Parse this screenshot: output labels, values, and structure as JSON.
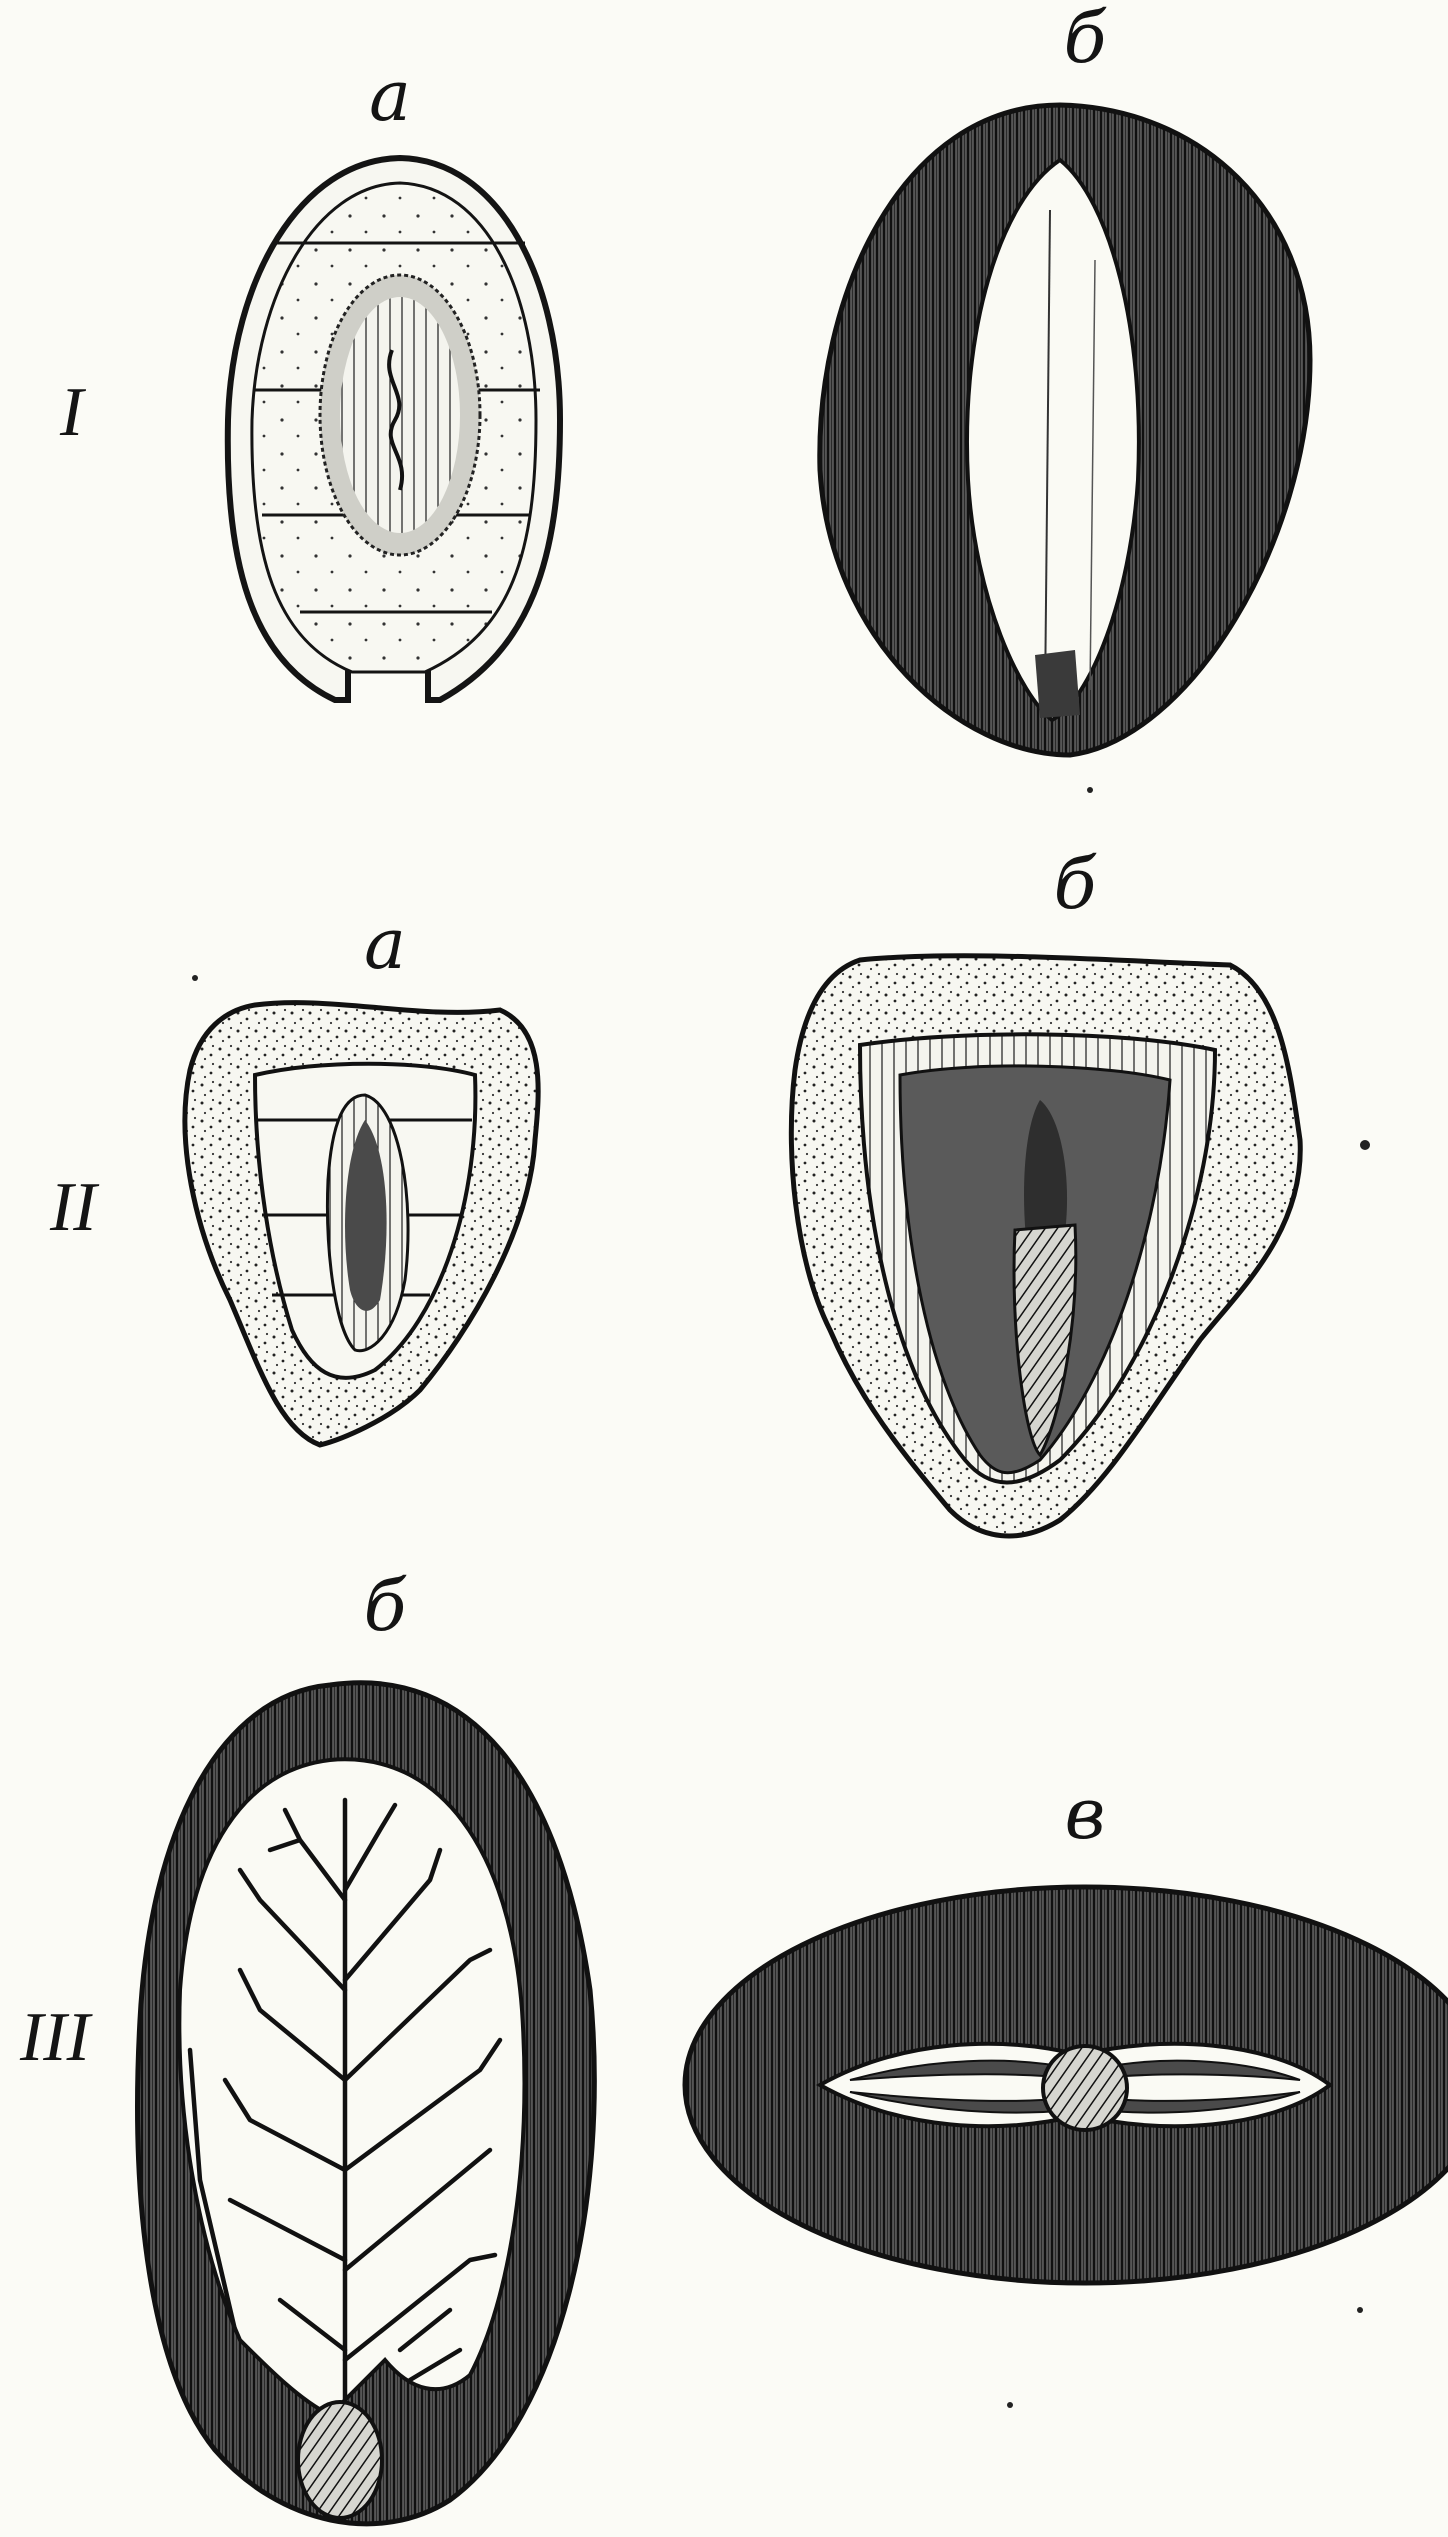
{
  "figure": {
    "rows": [
      {
        "numeral": "I",
        "panels": [
          {
            "letter": "а"
          },
          {
            "letter": "б"
          }
        ]
      },
      {
        "numeral": "II",
        "panels": [
          {
            "letter": "а"
          },
          {
            "letter": "б"
          }
        ]
      },
      {
        "numeral": "III",
        "panels": [
          {
            "letter": "б"
          },
          {
            "letter": "в"
          }
        ]
      }
    ]
  },
  "colors": {
    "paper": "#fbfbf6",
    "ink": "#141414",
    "dark_tissue": "#3a3a3a",
    "mid_tissue": "#6a6a6a"
  }
}
